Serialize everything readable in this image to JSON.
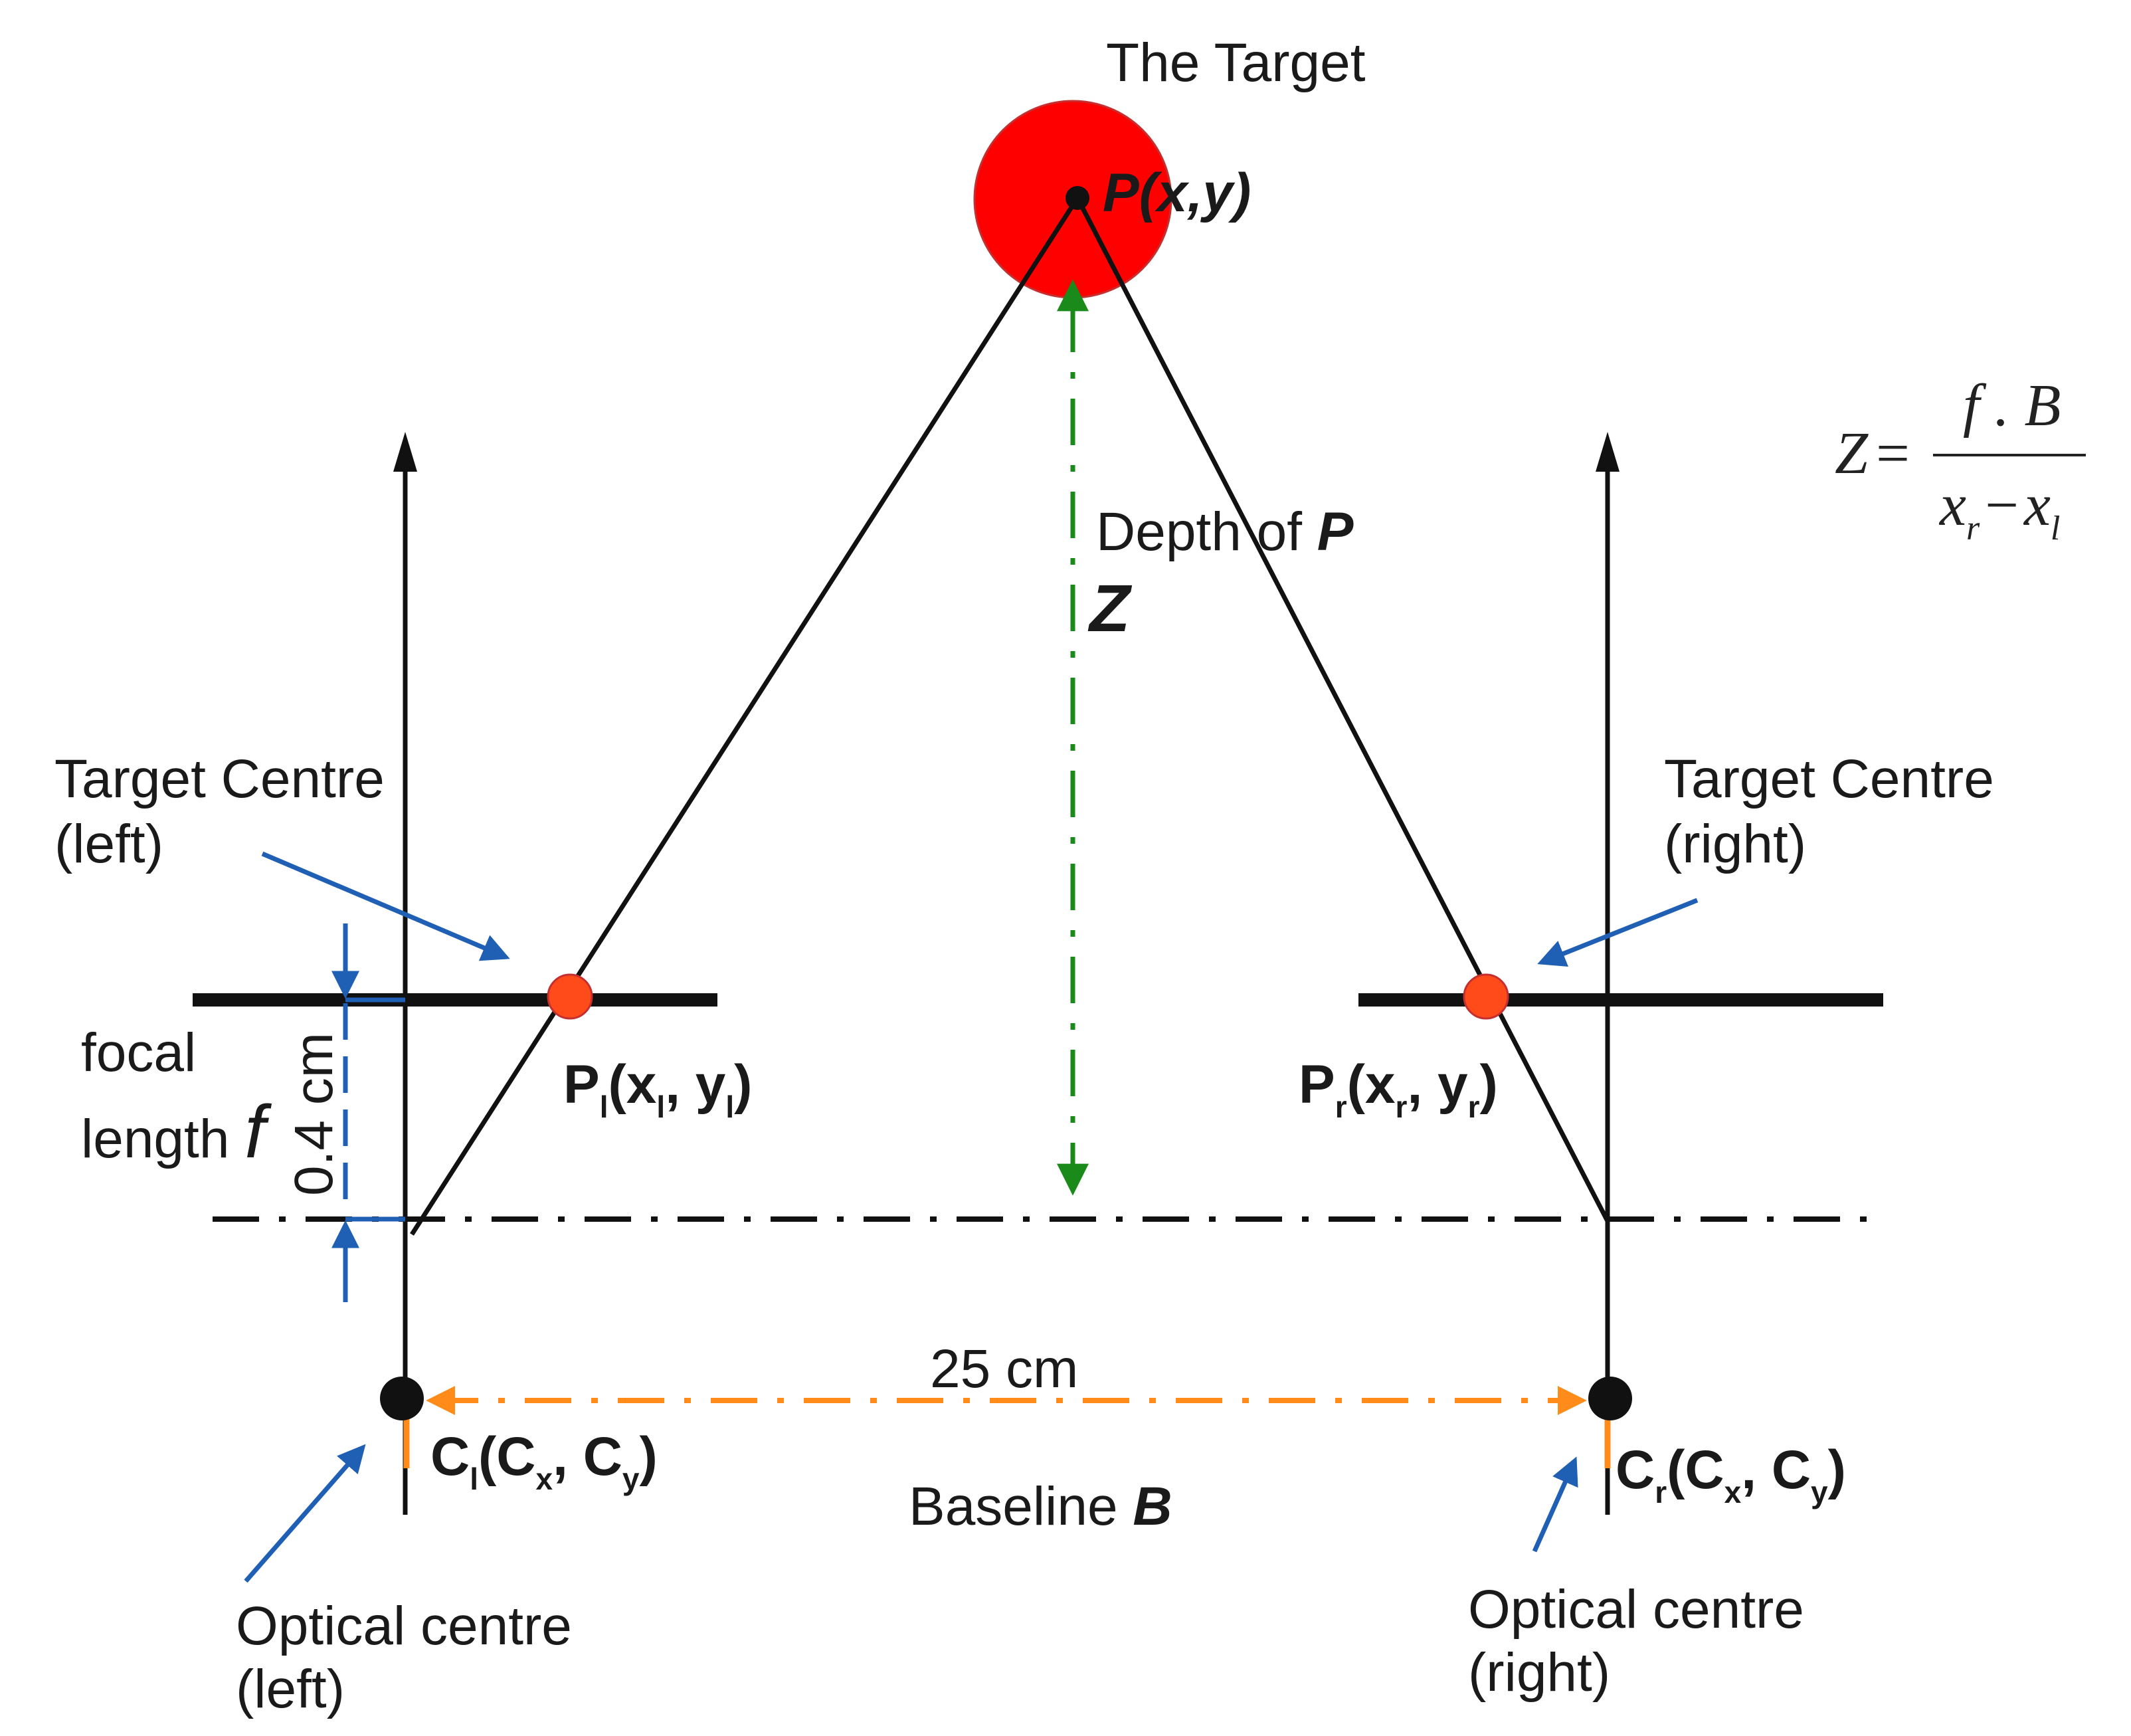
{
  "target": {
    "title": "The Target",
    "point_label": "P(x,y)",
    "color": "#ff0000"
  },
  "depth": {
    "label_prefix": "Depth of ",
    "label_var": "P",
    "symbol": "Z",
    "color": "#1a8a1a"
  },
  "formula": {
    "lhs": "Z",
    "eq": "=",
    "numerator": "f . B",
    "den_x1": "x",
    "den_r": "r",
    "den_minus": "−",
    "den_x2": "x",
    "den_l": "l"
  },
  "left": {
    "target_centre": [
      "Target Centre",
      "(left)"
    ],
    "image_point": {
      "P": "P",
      "sub1": "l",
      "open": "(x",
      "sub2": "l",
      "mid": ", y",
      "sub3": "l",
      "close": ")"
    },
    "optical_centre": {
      "C": "C",
      "sub1": "l",
      "open": "(C",
      "sub2": "x",
      "mid": ", C",
      "sub3": "y",
      "close": ")"
    },
    "optical_label": [
      "Optical centre",
      "(left)"
    ]
  },
  "right": {
    "target_centre": [
      "Target Centre",
      "(right)"
    ],
    "image_point": {
      "P": "P",
      "sub1": "r",
      "open": "(x",
      "sub2": "r",
      "mid": ", y",
      "sub3": "r",
      "close": ")"
    },
    "optical_centre": {
      "C": "C",
      "sub1": "r",
      "open": "(C",
      "sub2": "x",
      "mid": ", C",
      "sub3": "y",
      "close": ")"
    },
    "optical_label": [
      "Optical centre",
      "(right)"
    ]
  },
  "focal": {
    "line1": "focal",
    "line2": "length ",
    "symbol": "f",
    "dimension": "0.4 cm",
    "color": "#1f5fb4"
  },
  "baseline": {
    "distance": "25 cm",
    "label_prefix": "Baseline ",
    "label_var": "B",
    "color": "#ff8c1a"
  },
  "colors": {
    "point": "#ff4a1a",
    "arrow_blue": "#1f5fb4",
    "line": "#111111"
  }
}
